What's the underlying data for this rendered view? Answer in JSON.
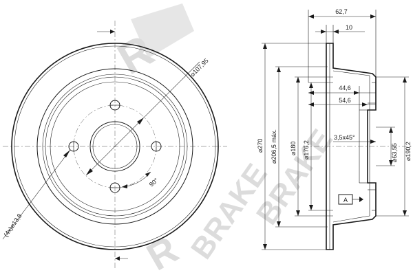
{
  "watermark": {
    "text_main": "BRAKE",
    "text_alt": "R",
    "color": "#d9d9d9"
  },
  "front_view": {
    "label_pcd": "⌀107,95",
    "label_holes": "(4x)⌀13,8",
    "label_angle": "90°"
  },
  "side_view": {
    "dim_62_7": "62,7",
    "dim_10": "10",
    "dim_44_6": "44,6",
    "dim_54_6": "54,6",
    "dim_chamfer": "3,5x45°",
    "dim_270": "⌀270",
    "dim_206_5": "⌀206,5 máx.",
    "dim_180": "⌀180",
    "dim_176_2": "⌀176,2",
    "dim_63_55": "⌀63,55",
    "dim_190_2": "⌀190,2",
    "datum_label": "A"
  },
  "colors": {
    "line": "#1a1a1a",
    "watermark": "#d9d9d9"
  }
}
